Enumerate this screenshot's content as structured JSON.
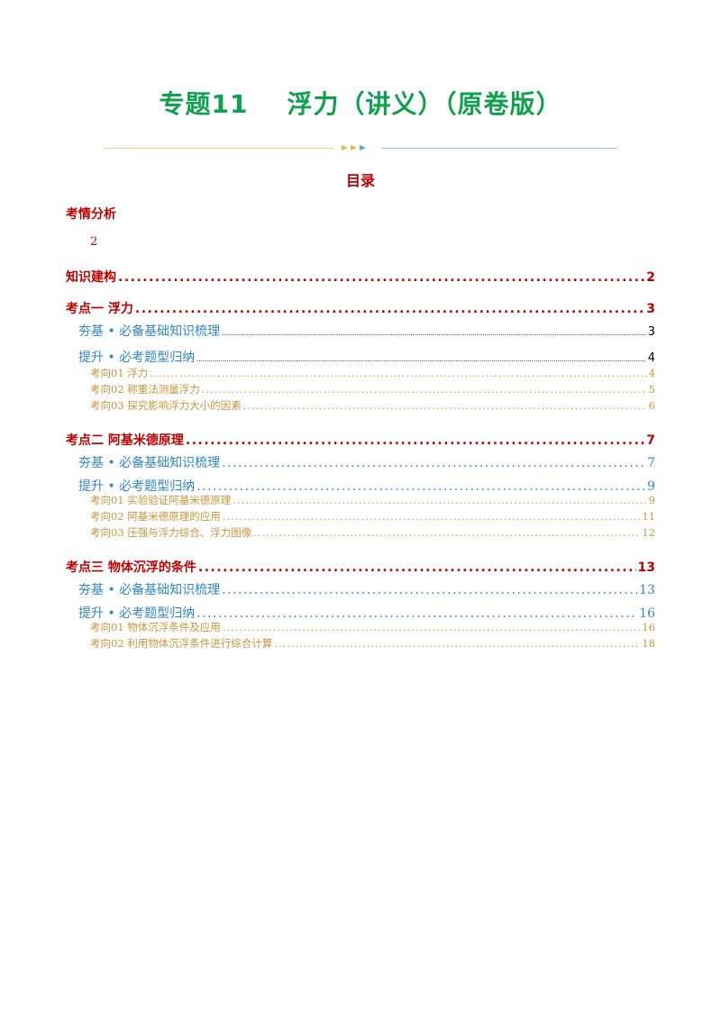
{
  "document": {
    "title": "专题11    浮力（讲义）（原卷版）",
    "toc_heading": "目录",
    "analysis_heading": "考情分析",
    "analysis_page": "2"
  },
  "toc": {
    "knowledge": {
      "label": "知识建构",
      "page": "2"
    },
    "point1": {
      "label": "考点一    浮力",
      "page": "3",
      "basics": {
        "label": "夯基 • 必备基础知识梳理",
        "page": "3"
      },
      "types": {
        "label": "提升 • 必考题型归纳",
        "page": "4"
      },
      "directions": [
        {
          "label": "考向01 浮力",
          "page": "4"
        },
        {
          "label": "考向02    称重法测量浮力",
          "page": "5"
        },
        {
          "label": "考向03 探究影响浮力大小的因素",
          "page": "6"
        }
      ]
    },
    "point2": {
      "label": "考点二    阿基米德原理",
      "page": "7",
      "basics": {
        "label": "夯基 • 必备基础知识梳理",
        "page": "7"
      },
      "types": {
        "label": "提升 • 必考题型归纳",
        "page": "9"
      },
      "directions": [
        {
          "label": "考向01    实验验证阿基米德原理",
          "page": "9"
        },
        {
          "label": "考向02    阿基米德原理的应用",
          "page": "11"
        },
        {
          "label": "考向03    压强与浮力综合、浮力图像",
          "page": "12"
        }
      ]
    },
    "point3": {
      "label": "考点三    物体沉浮的条件",
      "page": "13",
      "basics": {
        "label": "夯基 • 必备基础知识梳理",
        "page": "13"
      },
      "types": {
        "label": "提升 • 必考题型归纳",
        "page": "16"
      },
      "directions": [
        {
          "label": "考向01 物体沉浮条件及应用",
          "page": "16"
        },
        {
          "label": "考向02    利用物体沉浮条件进行综合计算",
          "page": "18"
        }
      ]
    }
  },
  "colors": {
    "title": "#0fa14e",
    "heading_red": "#c00000",
    "level2_blue": "#2f86c8",
    "level3_gold": "#c7953b"
  }
}
